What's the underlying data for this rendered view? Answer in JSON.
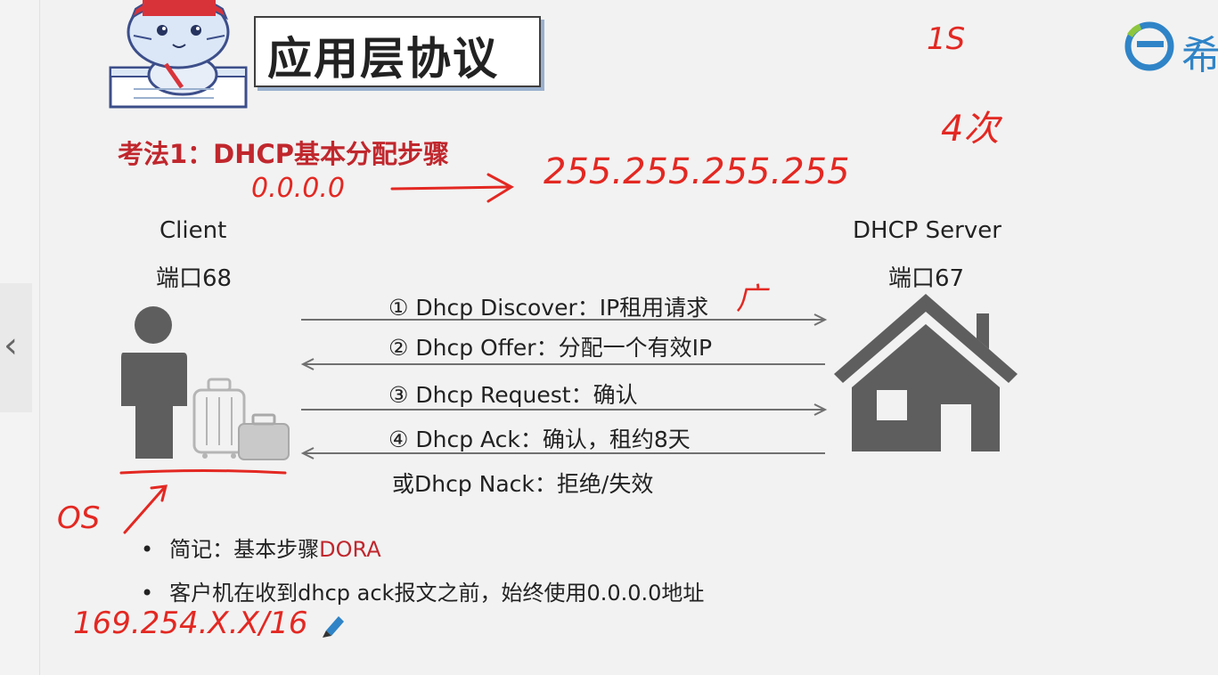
{
  "title": "应用层协议",
  "subtitle": "考法1：DHCP基本分配步骤",
  "client": {
    "label": "Client",
    "port": "端口68"
  },
  "server": {
    "label": "DHCP Server",
    "port": "端口67"
  },
  "steps": [
    "① Dhcp Discover：IP租用请求",
    "② Dhcp Offer：分配一个有效IP",
    "③ Dhcp Request：确认",
    "④ Dhcp Ack：确认，租约8天",
    "或Dhcp Nack：拒绝/失效"
  ],
  "bullets": {
    "b1_prefix": "简记：基本步骤",
    "b1_highlight": "DORA",
    "b2": "客户机在收到dhcp ack报文之前，始终使用0.0.0.0地址",
    "dot": "•"
  },
  "annotations": {
    "src_ip": "0.0.0.0",
    "dst_ip": "255.255.255.255",
    "broadcast": "广",
    "one_s": "1S",
    "four_times": "4次",
    "os": "OS",
    "apipa": "169.254.X.X/16"
  },
  "logo": {
    "text": "希"
  },
  "nav": {
    "prev": "‹"
  },
  "colors": {
    "title_red": "#c0272d",
    "ink_red": "#e32822",
    "icon_gray": "#5e5e5e",
    "arrow_gray": "#707070",
    "logo_blue": "#2f84c7",
    "logo_green": "#8dc63f"
  }
}
